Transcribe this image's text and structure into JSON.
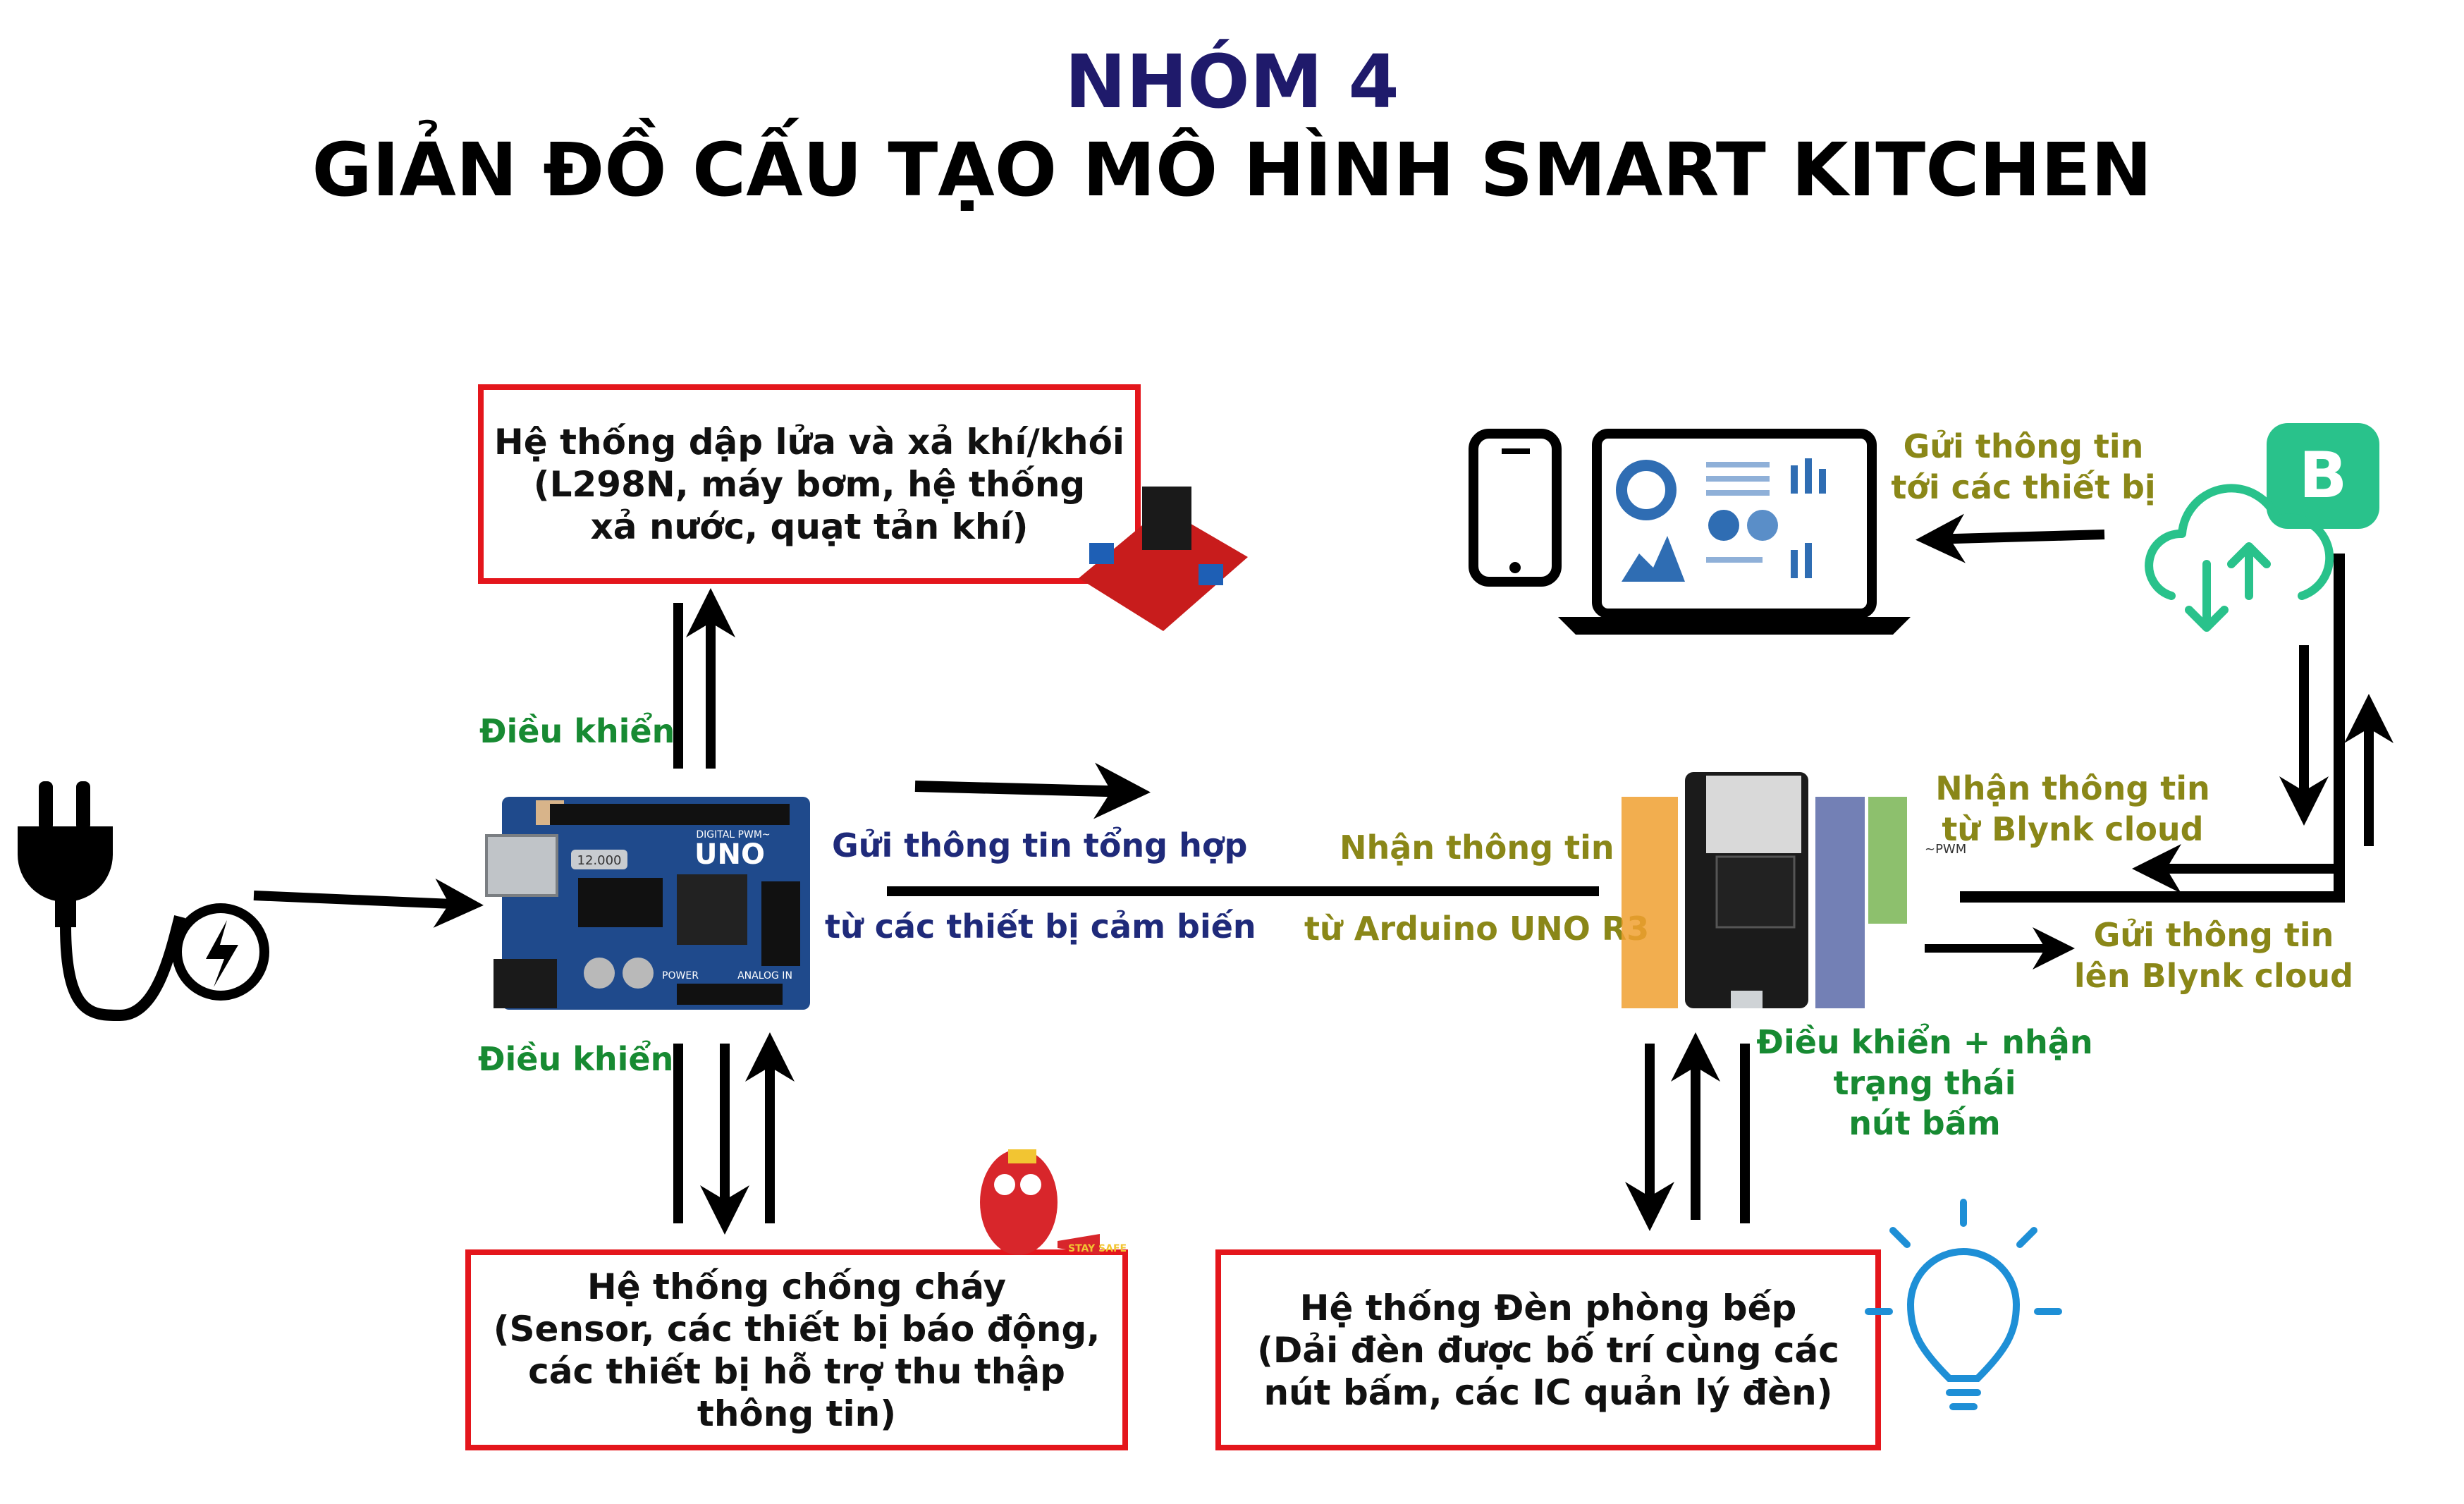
{
  "header": {
    "group": "NHÓM 4",
    "title": "GIẢN ĐỒ CẤU TẠO MÔ HÌNH SMART KITCHEN"
  },
  "boxes": {
    "fire_suppression": [
      "Hệ thống dập lửa và xả khí/khói",
      "(L298N, máy bơm, hệ thống",
      "xả nước, quạt tản khí)"
    ],
    "fire_protection": [
      "Hệ thống chống cháy",
      "(Sensor, các thiết bị báo động,",
      "các thiết bị hỗ trợ thu thập thông tin)"
    ],
    "kitchen_lights": [
      "Hệ thống Đèn phòng bếp",
      "(Dải đèn được bố trí cùng các",
      "nút bấm, các IC quản lý đèn)"
    ]
  },
  "labels": {
    "control_top": "Điều khiển",
    "control_bottom": "Điều khiển",
    "send_summary_1": "Gửi thông tin tổng hợp",
    "send_summary_2": "từ các thiết bị cảm biến",
    "receive_info_1": "Nhận thông tin",
    "receive_info_2": "từ Arduino UNO R3",
    "send_devices_1": "Gửi thông tin",
    "send_devices_2": "tới các thiết bị",
    "receive_blynk_1": "Nhận thông tin",
    "receive_blynk_2": "từ Blynk cloud",
    "send_blynk_1": "Gửi thông tin",
    "send_blynk_2": "lên Blynk cloud",
    "control_button_1": "Điều khiển + nhận",
    "control_button_2": "trạng thái",
    "control_button_3": "nút bấm"
  },
  "board_texts": {
    "uno_logo": "UNO",
    "uno_crystal": "12.000",
    "uno_power": "POWER",
    "uno_analog": "ANALOG IN",
    "uno_digital": "DIGITAL PWM~",
    "esp_pwm": "~PWM",
    "blynk_letter": "B",
    "extinguisher_tag": "STAY SAFE"
  },
  "colors": {
    "title_blue": "#1f1a6b",
    "box_red": "#e4161c",
    "label_green": "#178a32",
    "label_olive": "#8a8718",
    "label_navy": "#1f2a7a",
    "blynk_green": "#29c28b",
    "arduino_blue": "#1f4a8c"
  }
}
